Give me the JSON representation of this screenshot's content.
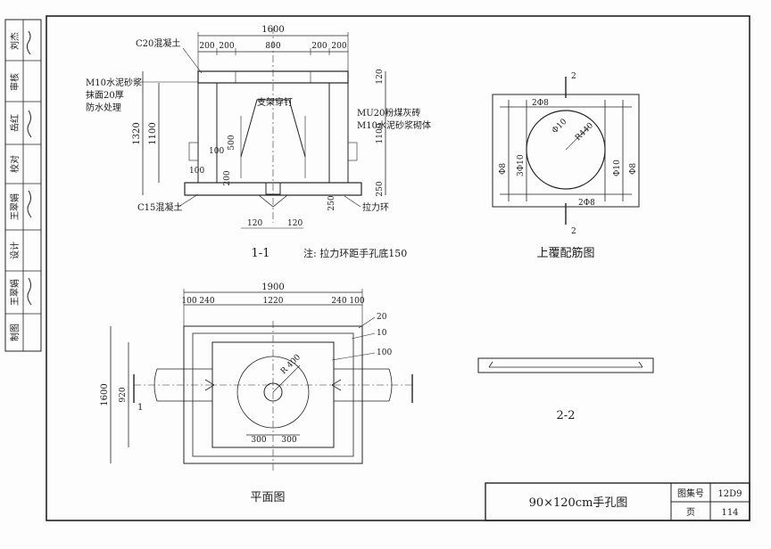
{
  "sidebar": {
    "items": [
      {
        "role": "审核",
        "name": ""
      },
      {
        "role": "岳红",
        "name": ""
      },
      {
        "role": "校对",
        "name": ""
      },
      {
        "role": "王翠娟",
        "name": ""
      },
      {
        "role": "设计",
        "name": ""
      },
      {
        "role": "王翠娟",
        "name": ""
      },
      {
        "role": "制图",
        "name": ""
      }
    ],
    "top_label": "刘杰"
  },
  "section_1_1": {
    "title": "1-1",
    "note": "注: 拉力环距手孔底150",
    "dim_total": "1600",
    "dim_parts": [
      "200",
      "200",
      "800",
      "200",
      "200"
    ],
    "dim_height_total": "1320",
    "dim_height_inner": "1100",
    "dim_top": "120",
    "dim_right_1100": "1100",
    "dim_bottom_250": "250",
    "dim_500": "500",
    "dim_100_a": "100",
    "dim_100_b": "100",
    "dim_200": "200",
    "dim_250": "250",
    "dim_120_a": "120",
    "dim_120_b": "120",
    "label_c20": "C20混凝土",
    "label_m10": "M10水泥砂浆",
    "label_m10_b": "抹面20厚",
    "label_m10_c": "防水处理",
    "label_bracket": "支架穿钉",
    "label_mu20": "MU20粉煤灰砖",
    "label_mu20_b": "M10水泥砂浆砌体",
    "label_c15": "C15混凝土",
    "label_ring": "拉力环"
  },
  "plan": {
    "title": "平面图",
    "dim_total": "1900",
    "dim_parts": [
      "100",
      "240",
      "1220",
      "240",
      "100"
    ],
    "dim_height": "1600",
    "dim_920": "920",
    "dim_r400": "R 400",
    "dim_300_a": "300",
    "dim_300_b": "300",
    "leader_20": "20",
    "leader_10": "10",
    "leader_100": "100",
    "section_mark": "1"
  },
  "cover_rebar": {
    "title": "上覆配筋图",
    "section_mark": "2",
    "label_top": "2Φ8",
    "label_bottom": "2Φ8",
    "label_phi10": "Φ10",
    "label_r440": "R440",
    "label_left_1": "Φ8",
    "label_left_2": "3Φ10",
    "label_right_1": "Φ10",
    "label_right_2": "Φ8"
  },
  "section_2_2": {
    "title": "2-2"
  },
  "title_block": {
    "drawing_title": "90×120cm手孔图",
    "atlas_label": "图集号",
    "atlas_value": "12D9",
    "page_label": "页",
    "page_value": "114"
  }
}
